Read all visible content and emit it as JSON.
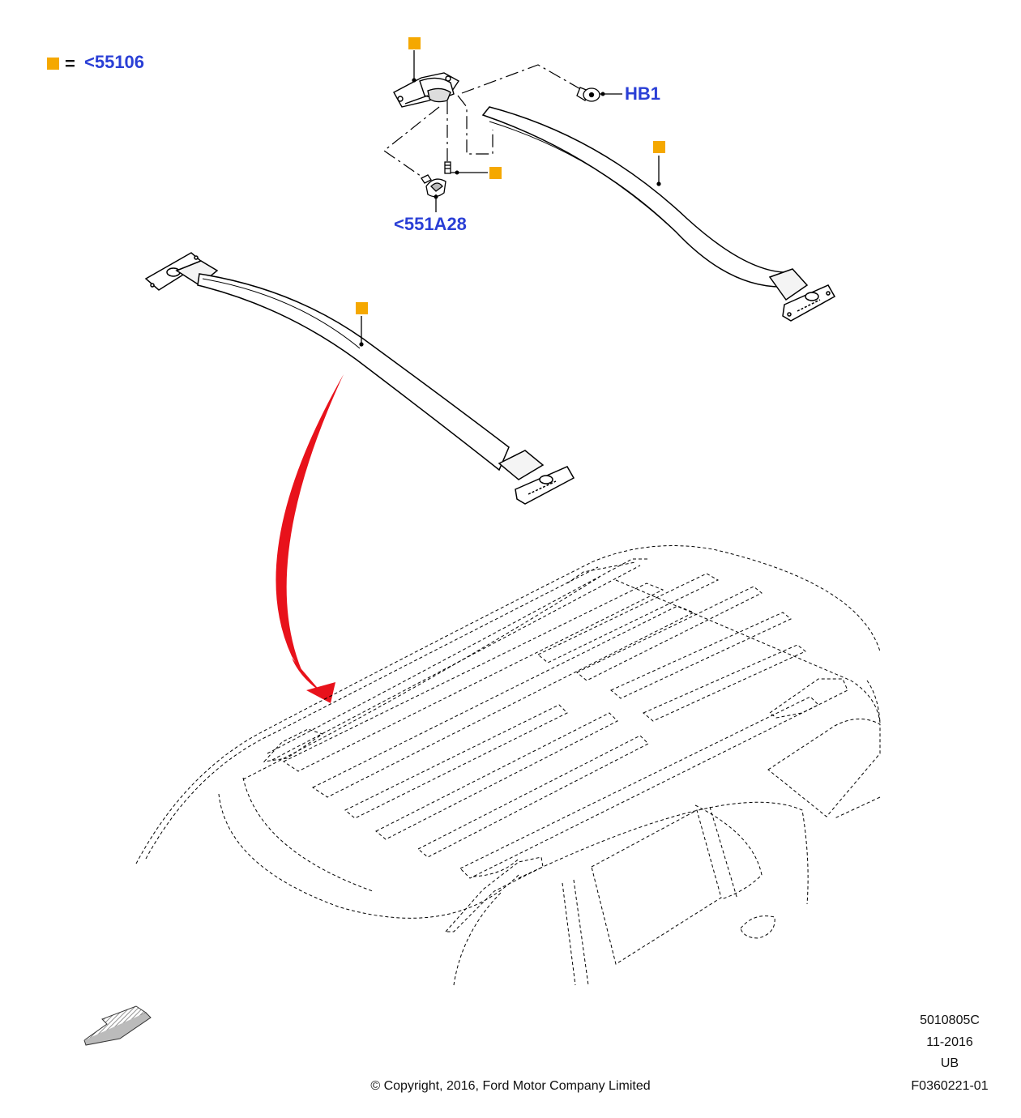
{
  "legend": {
    "equals": "=",
    "ref": "<55106"
  },
  "callouts": {
    "hb1": "HB1",
    "ref_551a28": "<551A28"
  },
  "footer": {
    "copyright": "© Copyright, 2016, Ford Motor Company Limited",
    "code1": "5010805C",
    "code2": "11-2016",
    "code3": "UB",
    "code4": "F0360221-01"
  },
  "colors": {
    "marker": "#f5a800",
    "link": "#2a3fd6",
    "arrow": "#e8121b"
  }
}
